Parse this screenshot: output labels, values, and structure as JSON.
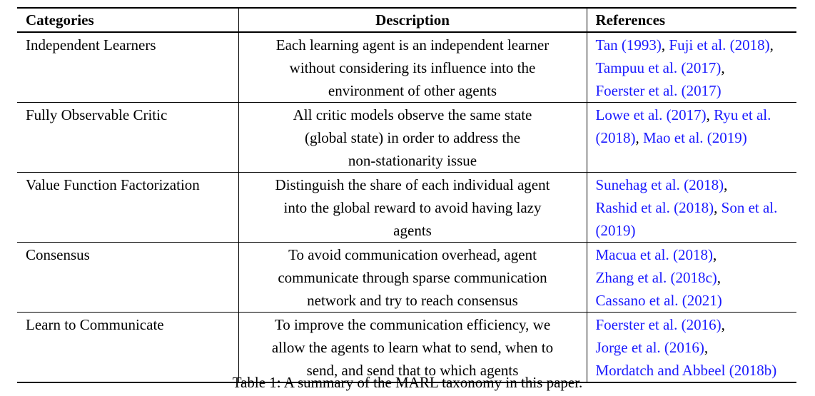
{
  "table": {
    "headers": {
      "categories": "Categories",
      "description": "Description",
      "references": "References"
    },
    "rows": [
      {
        "category": "Independent Learners",
        "description_lines": [
          "Each learning agent is an independent learner",
          "without considering its influence into the",
          "environment of other agents"
        ],
        "reference_lines": [
          [
            {
              "t": "Tan (1993)",
              "c": true
            },
            {
              "t": ", ",
              "c": false
            },
            {
              "t": "Fuji et al. (2018)",
              "c": true
            },
            {
              "t": ",",
              "c": false
            }
          ],
          [
            {
              "t": "Tampuu et al. (2017)",
              "c": true
            },
            {
              "t": ",",
              "c": false
            }
          ],
          [
            {
              "t": "Foerster et al. (2017)",
              "c": true
            }
          ]
        ]
      },
      {
        "category": "Fully Observable Critic",
        "description_lines": [
          "All critic models observe the same state",
          "(global state) in order to address the",
          "non-stationarity issue"
        ],
        "reference_lines": [
          [
            {
              "t": "Lowe et al. (2017)",
              "c": true
            },
            {
              "t": ", ",
              "c": false
            },
            {
              "t": "Ryu et al.",
              "c": true
            }
          ],
          [
            {
              "t": "(2018)",
              "c": true
            },
            {
              "t": ", ",
              "c": false
            },
            {
              "t": "Mao et al. (2019)",
              "c": true
            }
          ]
        ]
      },
      {
        "category": "Value Function Factorization",
        "description_lines": [
          "Distinguish the share of each individual agent",
          "into the global reward to avoid having lazy",
          "agents"
        ],
        "reference_lines": [
          [
            {
              "t": "Sunehag et al. (2018)",
              "c": true
            },
            {
              "t": ",",
              "c": false
            }
          ],
          [
            {
              "t": "Rashid et al. (2018)",
              "c": true
            },
            {
              "t": ", ",
              "c": false
            },
            {
              "t": "Son et al.",
              "c": true
            }
          ],
          [
            {
              "t": "(2019)",
              "c": true
            }
          ]
        ]
      },
      {
        "category": "Consensus",
        "description_lines": [
          "To avoid communication overhead, agent",
          "communicate through sparse communication",
          "network and try to reach consensus"
        ],
        "reference_lines": [
          [
            {
              "t": "Macua et al. (2018)",
              "c": true
            },
            {
              "t": ",",
              "c": false
            }
          ],
          [
            {
              "t": "Zhang et al. (2018c)",
              "c": true
            },
            {
              "t": ",",
              "c": false
            }
          ],
          [
            {
              "t": "Cassano et al. (2021)",
              "c": true
            }
          ]
        ]
      },
      {
        "category": "Learn to Communicate",
        "description_lines": [
          "To improve the communication efficiency, we",
          "allow the agents to learn what to send, when to",
          "send, and send that to which agents"
        ],
        "reference_lines": [
          [
            {
              "t": "Foerster et al. (2016)",
              "c": true
            },
            {
              "t": ",",
              "c": false
            }
          ],
          [
            {
              "t": "Jorge et al. (2016)",
              "c": true
            },
            {
              "t": ",",
              "c": false
            }
          ],
          [
            {
              "t": "Mordatch and Abbeel (2018b)",
              "c": true
            }
          ]
        ]
      }
    ]
  },
  "caption": "Table 1: A summary of the MARL taxonomy in this paper.",
  "colors": {
    "citation": "#1a1aff",
    "text": "#000000"
  }
}
